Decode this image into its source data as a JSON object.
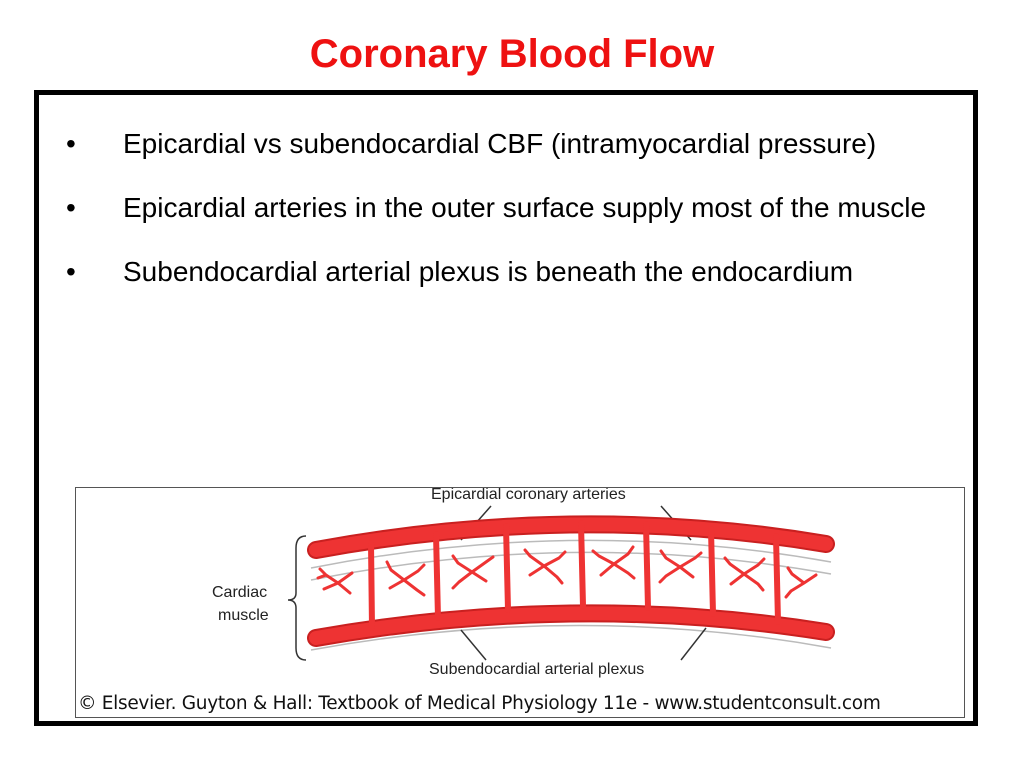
{
  "slide": {
    "title": "Coronary Blood Flow",
    "bullet_marker": "•",
    "bullets": [
      "Epicardial vs subendocardial CBF (intramyocardial pressure)",
      "Epicardial arteries in the outer surface supply most of the muscle",
      "Subendocardial arterial plexus is beneath the endocardium"
    ]
  },
  "figure": {
    "top_label": "Epicardial coronary arteries",
    "side_label_line1": "Cardiac",
    "side_label_line2": "muscle",
    "bottom_label": "Subendocardial arterial plexus",
    "credit": "© Elsevier. Guyton & Hall: Textbook of Medical Physiology 11e - www.studentconsult.com"
  },
  "colors": {
    "title": "#ee1111",
    "artery": "#ee3333",
    "frame": "#000000"
  }
}
